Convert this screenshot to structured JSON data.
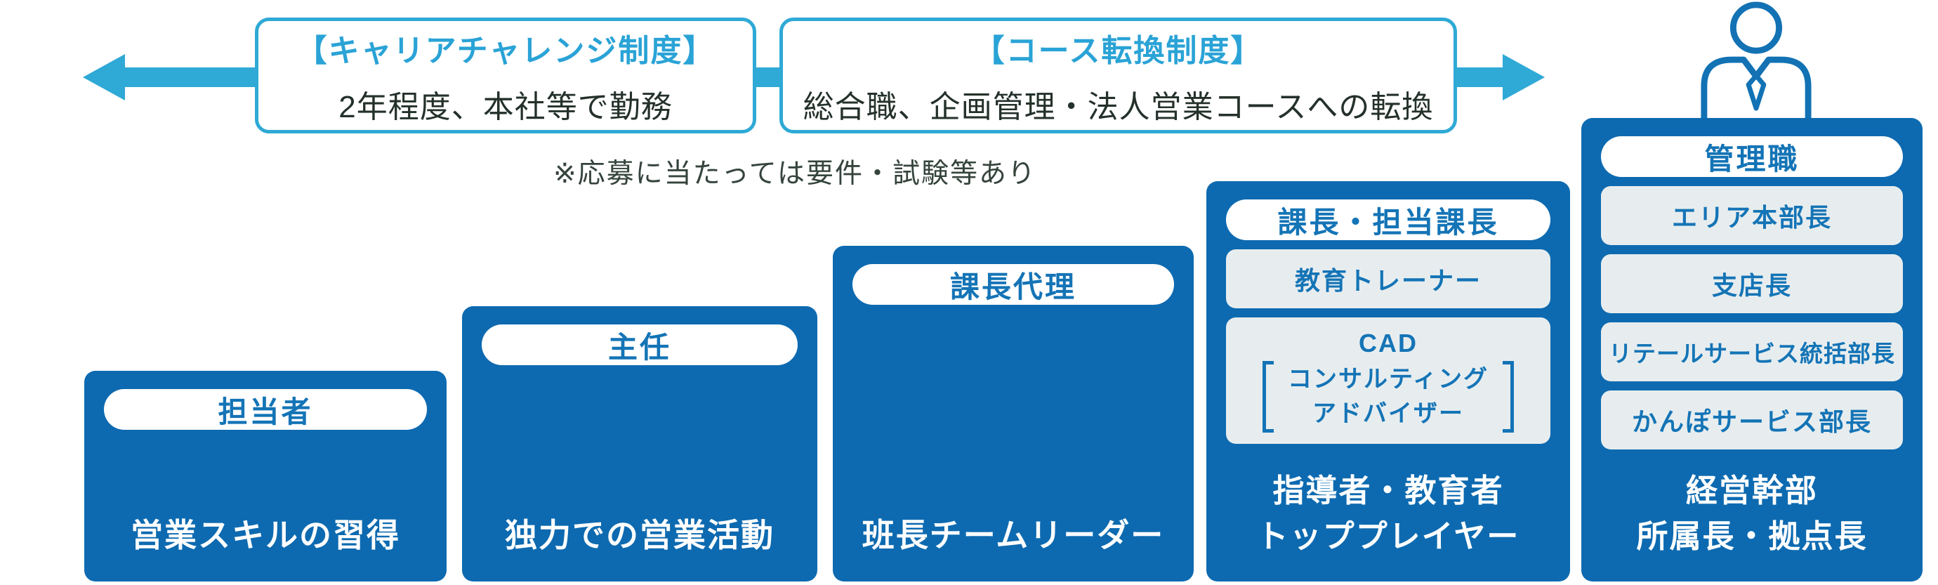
{
  "colors": {
    "step_blue": "#0d6ab0",
    "accent_light_blue": "#2fa9d6",
    "text_blue": "#1474b6",
    "subbox_bg": "#e7edef",
    "dark_text": "#24312a",
    "note_text": "#35443c",
    "white": "#ffffff"
  },
  "top_programs": {
    "career_challenge": {
      "title": "【キャリアチャレンジ制度】",
      "description": "2年程度、本社等で勤務"
    },
    "course_conversion": {
      "title": "【コース転換制度】",
      "description": "総合職、企画管理・法人営業コースへの転換"
    },
    "note": "※応募に当たっては要件・試験等あり"
  },
  "icons": {
    "person": "businessman-icon",
    "arrow": "double-headed-arrow"
  },
  "steps": [
    {
      "rank": "担当者",
      "description": "営業スキルの習得",
      "sub_roles": []
    },
    {
      "rank": "主任",
      "description": "独力での営業活動",
      "sub_roles": []
    },
    {
      "rank": "課長代理",
      "description": "班長チームリーダー",
      "sub_roles": []
    },
    {
      "rank": "課長・担当課長",
      "description_lines": [
        "指導者・教育者",
        "トッププレイヤー"
      ],
      "sub_roles": [
        {
          "label": "教育トレーナー"
        },
        {
          "label": "CAD",
          "bracket_lines": [
            "コンサルティング",
            "アドバイザー"
          ]
        }
      ]
    },
    {
      "rank": "管理職",
      "description_lines": [
        "経営幹部",
        "所属長・拠点長"
      ],
      "sub_roles": [
        {
          "label": "エリア本部長"
        },
        {
          "label": "支店長"
        },
        {
          "label": "リテールサービス統括部長"
        },
        {
          "label": "かんぽサービス部長"
        }
      ]
    }
  ]
}
